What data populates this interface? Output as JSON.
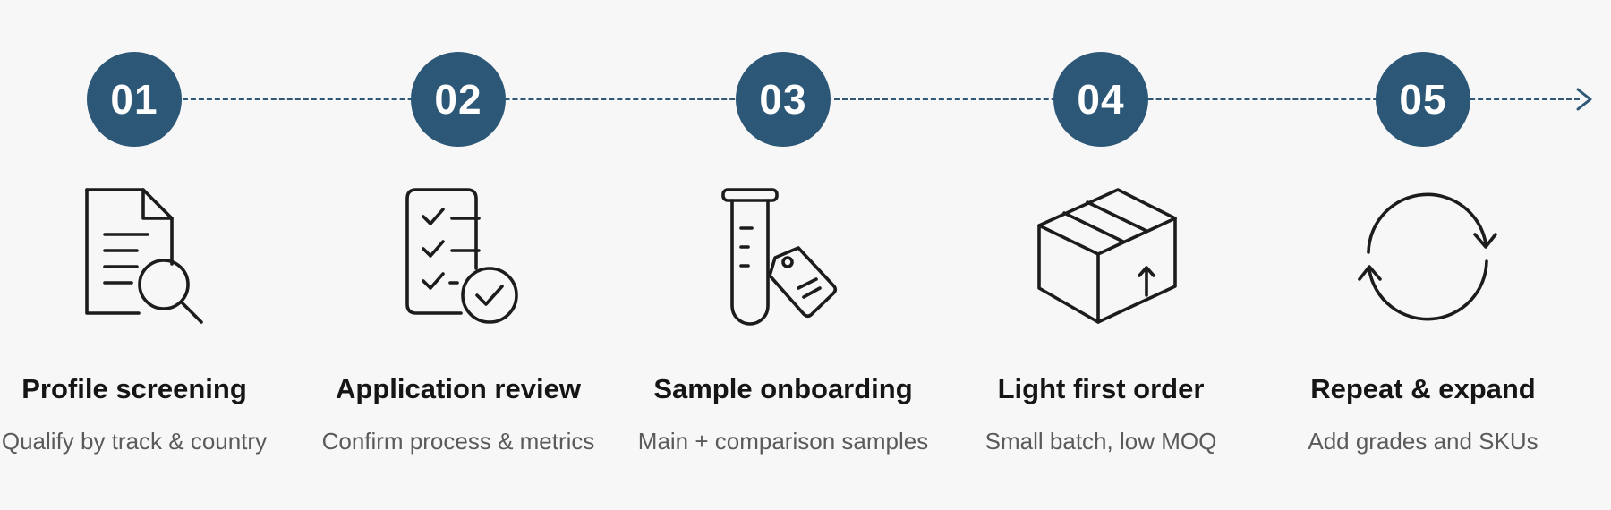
{
  "colors": {
    "accent": "#2c5777",
    "line": "#2f5777",
    "background": "#f7f7f7"
  },
  "steps": [
    {
      "number": "01",
      "icon": "document-search-icon",
      "title": "Profile screening",
      "subtitle": "Qualify by track & country"
    },
    {
      "number": "02",
      "icon": "checklist-approved-icon",
      "title": "Application review",
      "subtitle": "Confirm process & metrics"
    },
    {
      "number": "03",
      "icon": "test-tube-tag-icon",
      "title": "Sample onboarding",
      "subtitle": "Main + comparison samples"
    },
    {
      "number": "04",
      "icon": "box-icon",
      "title": "Light first order",
      "subtitle": "Small batch, low MOQ"
    },
    {
      "number": "05",
      "icon": "refresh-cycle-icon",
      "title": "Repeat & expand",
      "subtitle": "Add grades and SKUs"
    }
  ]
}
